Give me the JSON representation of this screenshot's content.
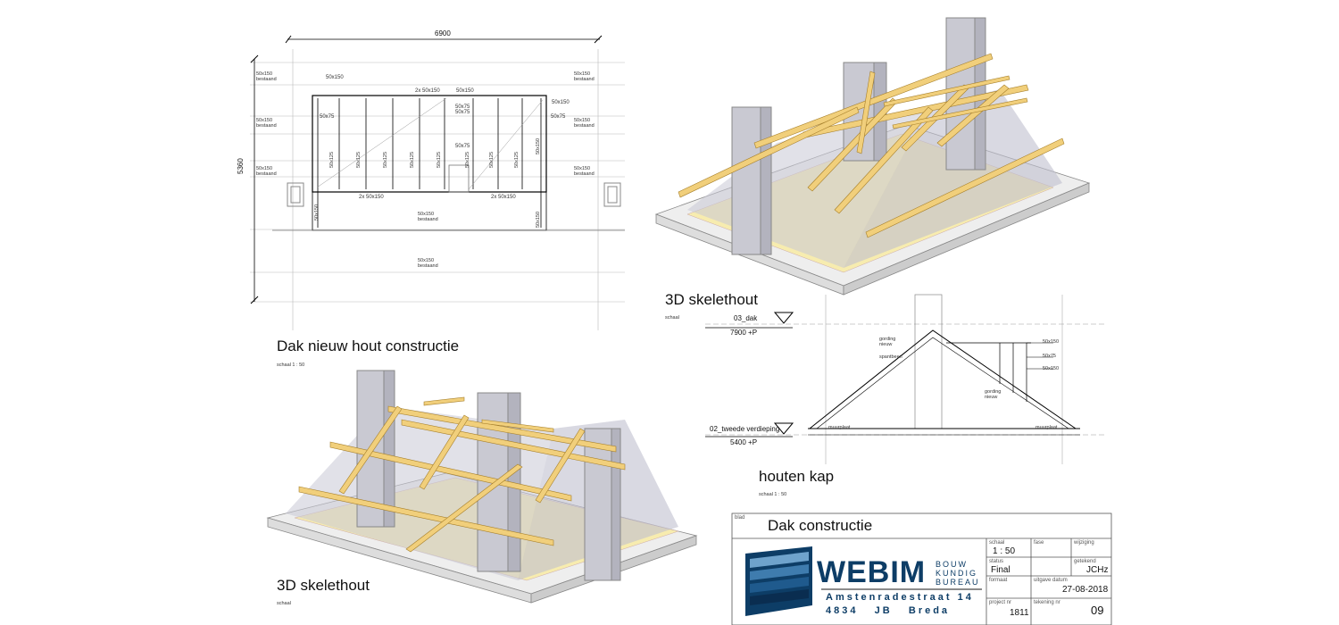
{
  "plan": {
    "width_dim": "6900",
    "height_dim": "5360",
    "title": "Dak nieuw hout constructie",
    "scale": "schaal 1 : 50",
    "labels_existing": [
      "50x150",
      "bestaand"
    ],
    "label_top_left": "50x150",
    "label_2x_top": "2x 50x150",
    "label_top_right": "50x150",
    "label_50x75": "50x75",
    "label_50x125": "50x125",
    "label_2x_bottom_left": "2x 50x150",
    "label_2x_bottom_right": "2x 50x150"
  },
  "iso_top": {
    "title": "3D skelethout",
    "scale": "schaal"
  },
  "iso_bottom": {
    "title": "3D skelethout",
    "scale": "schaal"
  },
  "section": {
    "level_top_name": "03_dak",
    "level_top_value": "7900 +P",
    "level_bottom_name": "02_tweede verdieping",
    "level_bottom_value": "5400 +P",
    "gording_nieuw_1": "gording nieuw",
    "spantbeen": "spantbeen",
    "gording_nieuw_2": "gording nieuw",
    "dim_1": "50x150",
    "dim_2": "50x75",
    "dim_3": "50x150",
    "muurplaat_left": "muurplaat",
    "muurplaat_right": "muurplaat",
    "title": "houten kap",
    "scale": "schaal 1 : 50"
  },
  "titleblock": {
    "blad_label": "blad",
    "blad_value": "Dak constructie",
    "schaal_label": "schaal",
    "schaal_value": "1 : 50",
    "fase_label": "fase",
    "wijziging_label": "wijziging",
    "status_label": "status",
    "status_value": "Final",
    "getekend_label": "getekend",
    "getekend_value": "JCHz",
    "formaat_label": "formaat",
    "uitgave_label": "uitgave datum",
    "uitgave_value": "27-08-2018",
    "project_label": "project nr",
    "project_value": "1811",
    "tekening_label": "tekening nr",
    "tekening_value": "09",
    "logo_text": "WEBIM",
    "logo_sub_1": "BOUW",
    "logo_sub_2": "KUNDIG",
    "logo_sub_3": "BUREAU",
    "address_1": "Amstenradestraat 14",
    "address_2": "4834   JB   Breda"
  },
  "colors": {
    "wood": "#f1cf7b",
    "wood_dark": "#c89a3c",
    "masonry": "#cfcfd6",
    "floor": "#f7ecaf"
  }
}
